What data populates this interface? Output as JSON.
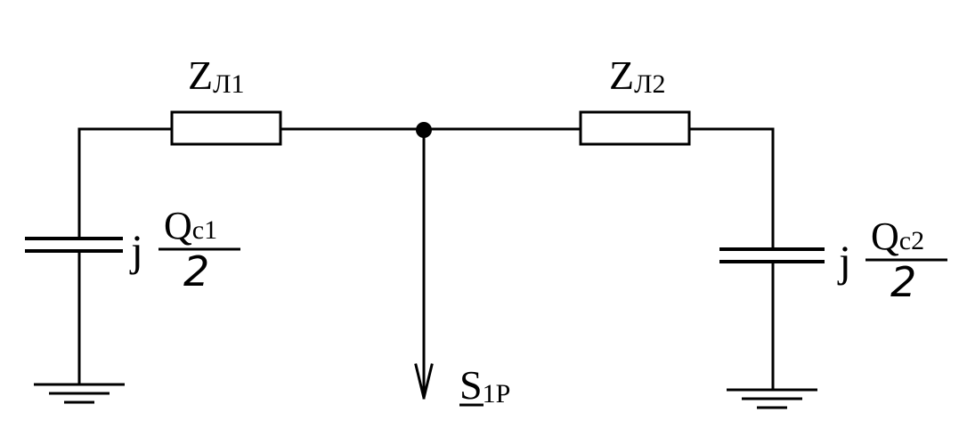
{
  "labels": {
    "z1": {
      "main": "Z",
      "sub": "Л1"
    },
    "z2": {
      "main": "Z",
      "sub": "Л2"
    },
    "load": {
      "main": "S",
      "sub": "1Р"
    },
    "qc1": {
      "j": "j",
      "num_main": "Q",
      "num_sub": "c1",
      "den": "2"
    },
    "qc2": {
      "j": "j",
      "num_main": "Q",
      "num_sub": "c2",
      "den": "2"
    }
  },
  "icons": {
    "left_capacitor": "capacitor-symbol",
    "right_capacitor": "capacitor-symbol",
    "left_ground": "ground-symbol",
    "right_ground": "ground-symbol",
    "load_arrow": "arrow-down"
  }
}
